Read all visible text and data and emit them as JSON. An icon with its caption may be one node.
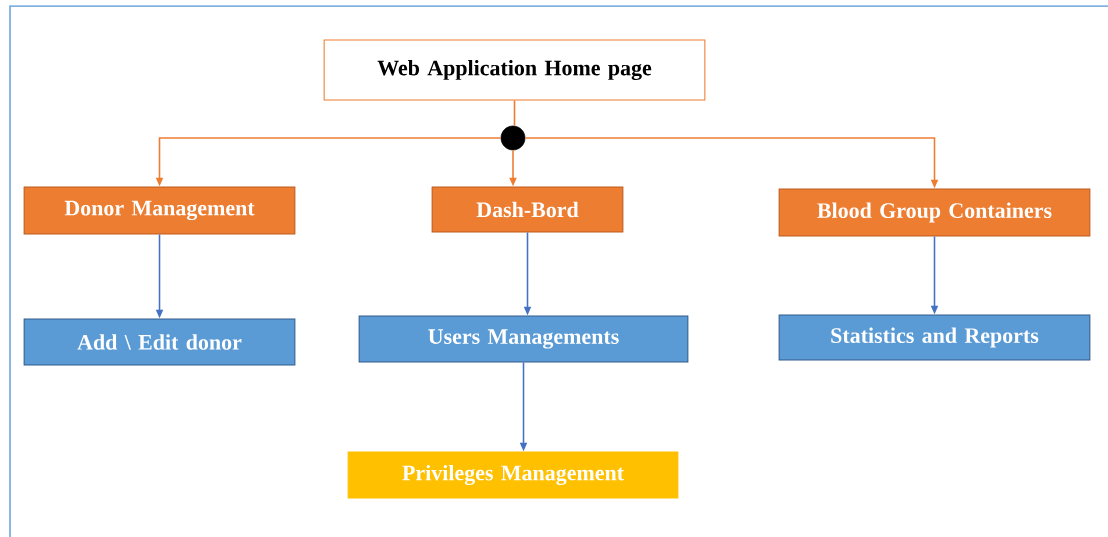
{
  "diagram": {
    "nodes": [
      {
        "text": [
          "Web Application Home page"
        ]
      },
      {
        "text": [],
        "shape": "circle"
      },
      {
        "text": [
          "Donor Management"
        ]
      },
      {
        "text": [
          "Dash-Bord"
        ]
      },
      {
        "text": [
          "Blood Group Containers"
        ]
      },
      {
        "text": [
          "Add \\ Edit donor"
        ]
      },
      {
        "text": [
          "Users Managements"
        ]
      },
      {
        "text": [
          "Privileges Management"
        ]
      },
      {
        "text": [
          "Statistics and Reports"
        ]
      }
    ],
    "edges": [
      {
        "from": 0,
        "to": 1,
        "arrow": "none",
        "color": "#ed7d31"
      },
      {
        "from": 1,
        "to": 2,
        "arrow": "to",
        "color": "#ed7d31"
      },
      {
        "from": 1,
        "to": 3,
        "arrow": "to",
        "color": "#ed7d31"
      },
      {
        "from": 1,
        "to": 4,
        "arrow": "to",
        "color": "#ed7d31"
      },
      {
        "from": 2,
        "to": 5,
        "arrow": "to",
        "color": "#4472c4"
      },
      {
        "from": 3,
        "to": 6,
        "arrow": "to",
        "color": "#4472c4"
      },
      {
        "from": 6,
        "to": 7,
        "arrow": "to",
        "color": "#4472c4"
      },
      {
        "from": 4,
        "to": 8,
        "arrow": "to",
        "color": "#4472c4"
      }
    ]
  }
}
